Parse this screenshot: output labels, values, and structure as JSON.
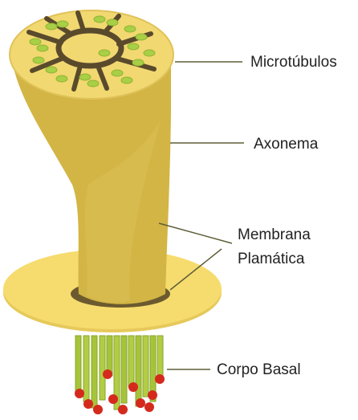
{
  "labels": {
    "microtubulos": "Microtúbulos",
    "axonema": "Axonema",
    "membrana_line1": "Membrana",
    "membrana_line2": "Plamática",
    "corpo_basal": "Corpo Basal"
  },
  "colors": {
    "cilium_body": "#d3b545",
    "cilium_top": "#f2d871",
    "membrane_disc": "#f6dc6e",
    "membrane_hole": "#6b5a2f",
    "spokes": "#5a4a2c",
    "microtubule_dots": "#a8cf45",
    "basal_rods": "#a6c43a",
    "basal_tips": "#d42a1e",
    "leader_lines": "#5e5e3a"
  }
}
